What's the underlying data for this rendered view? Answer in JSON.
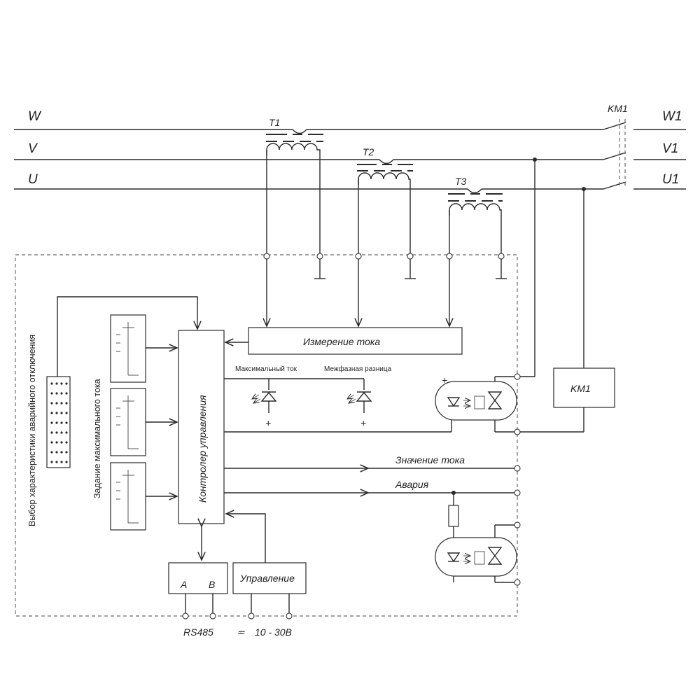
{
  "phases": {
    "w": "W",
    "v": "V",
    "u": "U",
    "w1": "W1",
    "v1": "V1",
    "u1": "U1"
  },
  "transformers": {
    "t1": "T1",
    "t2": "T2",
    "t3": "T3"
  },
  "contactor": {
    "top_label": "KM1",
    "coil_label": "KM1"
  },
  "blocks": {
    "current_measure": "Измерение тока",
    "controller": "Контролер управления",
    "control": "Управление",
    "port_a": "A",
    "port_b": "B"
  },
  "leds": {
    "max_current": "Максимальный ток",
    "phase_difference": "Межфазная разница",
    "plus": "+"
  },
  "outputs": {
    "current_value": "Значение тока",
    "alarm": "Авария"
  },
  "side_labels": {
    "trip_characteristic": "Выбор характеристики аварийного отключения",
    "max_current_setting": "Задание максимального тока"
  },
  "bottom_labels": {
    "rs485": "RS485",
    "supply_symbol": "≂",
    "supply": "10 - 30В"
  }
}
